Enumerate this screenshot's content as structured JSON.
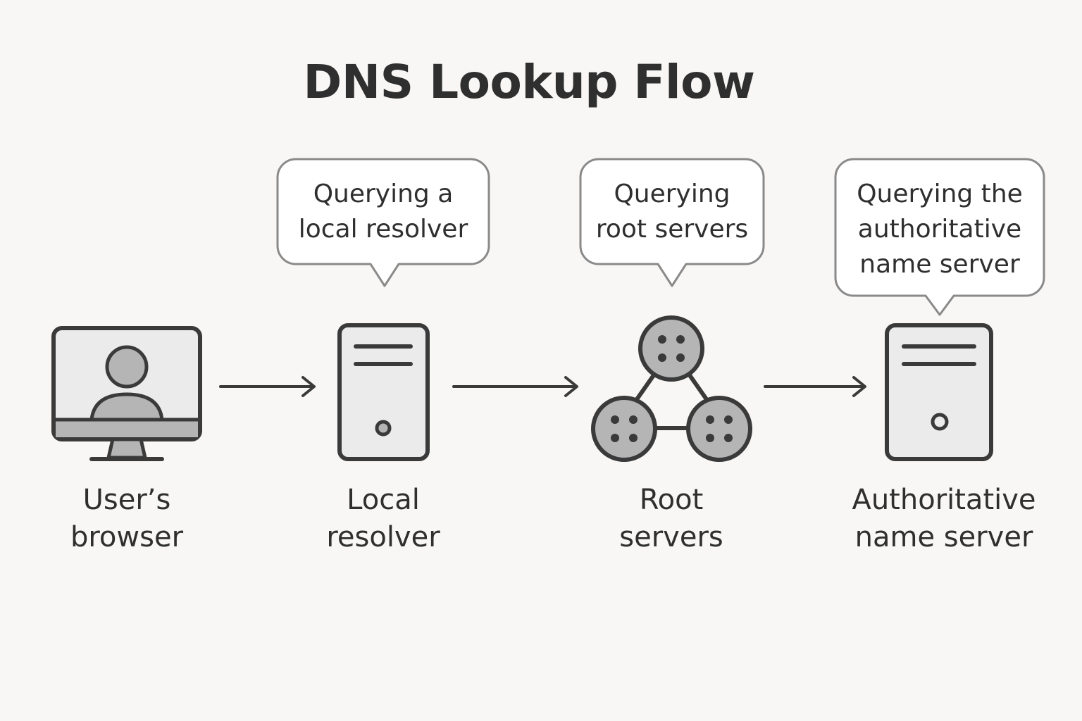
{
  "title": "DNS Lookup Flow",
  "nodes": [
    {
      "id": "browser",
      "icon": "monitor-user-icon",
      "label_line1": "User’s",
      "label_line2": "browser"
    },
    {
      "id": "local-resolver",
      "icon": "server-icon",
      "label_line1": "Local",
      "label_line2": "resolver"
    },
    {
      "id": "root-servers",
      "icon": "network-cluster-icon",
      "label_line1": "Root",
      "label_line2": "servers"
    },
    {
      "id": "authoritative",
      "icon": "server-icon",
      "label_line1": "Authoritative",
      "label_line2": "name server"
    }
  ],
  "bubbles": [
    {
      "for": "local-resolver",
      "line1": "Querying a",
      "line2": "local resolver"
    },
    {
      "for": "root-servers",
      "line1": "Querying",
      "line2": "root servers"
    },
    {
      "for": "authoritative",
      "line1": "Querying the",
      "line2": "authoritative",
      "line3": "name server"
    }
  ],
  "colors": {
    "background": "#f8f7f5",
    "stroke": "#3a3a3a",
    "fill_light": "#ebebeb",
    "fill_mid": "#b5b5b5",
    "bubble_border": "#8a8a8a"
  }
}
